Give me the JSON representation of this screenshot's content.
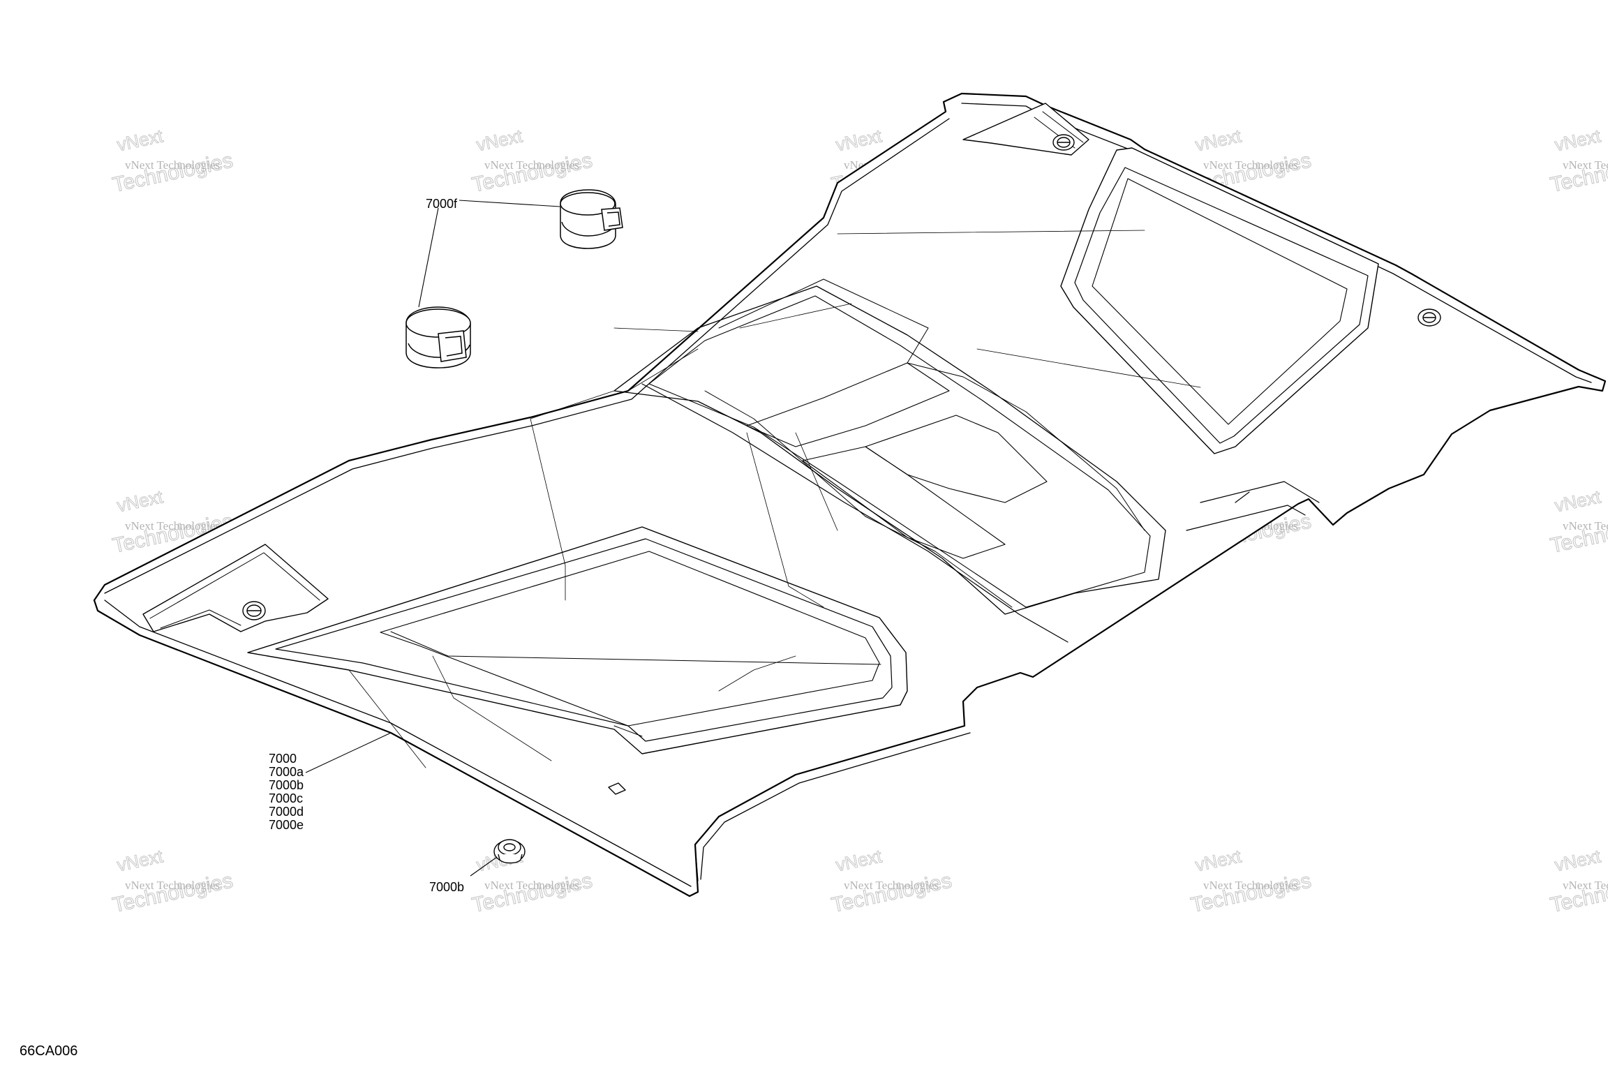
{
  "callouts": {
    "clamp": "7000f",
    "roof_lines": [
      "7000",
      "7000a",
      "7000b",
      "7000c",
      "7000d",
      "7000e"
    ],
    "fastener": "7000b"
  },
  "drawing_id": "66CA006",
  "watermark": {
    "line1": "vNext Technologies",
    "line2": "Technologies",
    "line3": "vNext"
  },
  "colors": {
    "line": "#000000",
    "watermark": "#c8c8c8"
  }
}
